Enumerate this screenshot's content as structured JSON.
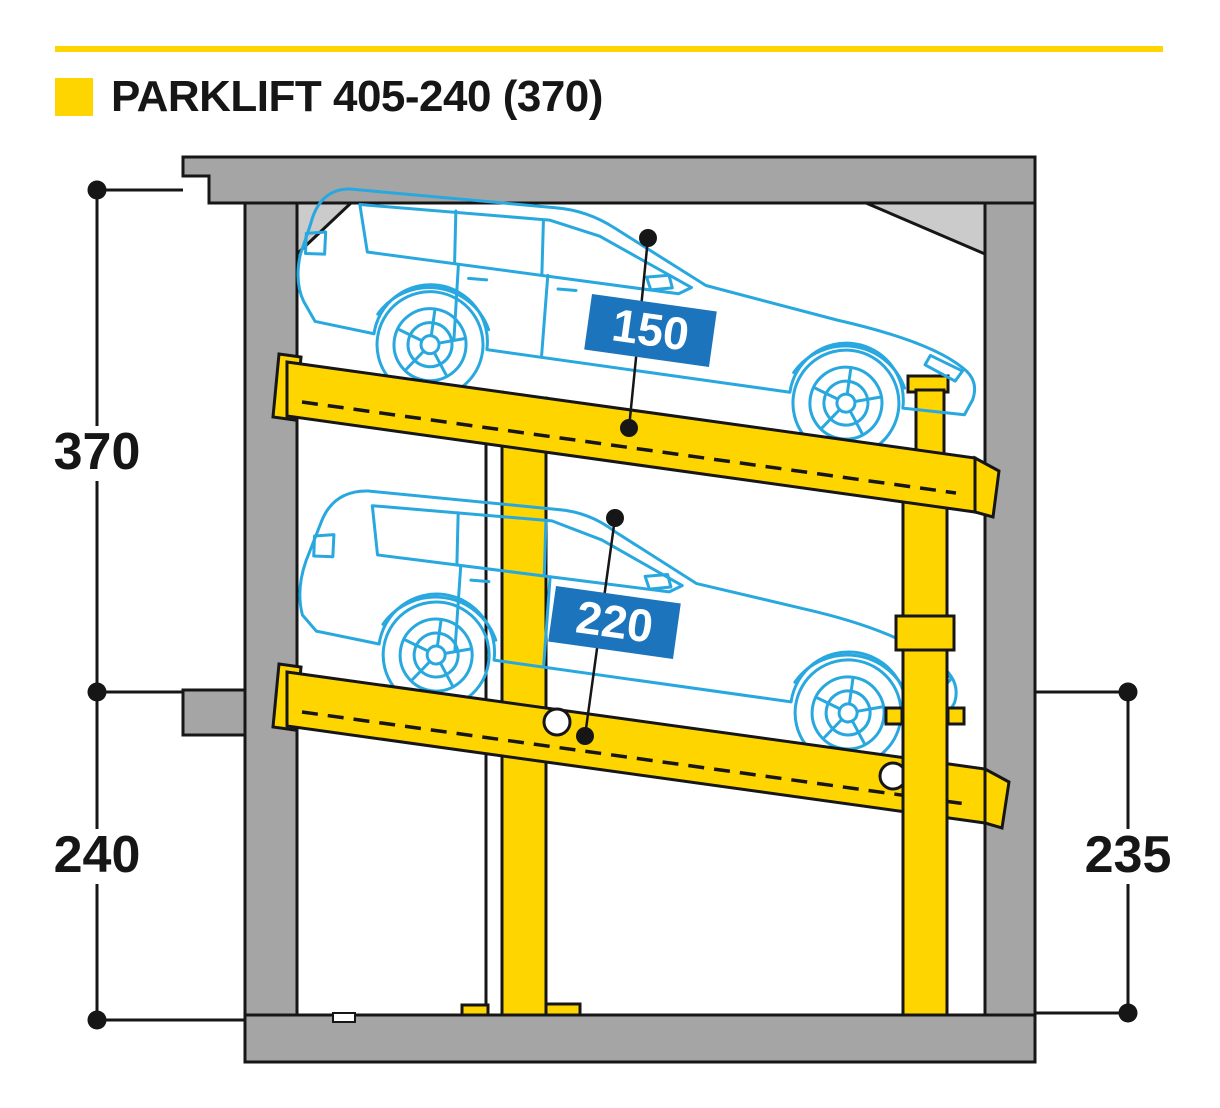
{
  "header": {
    "title": "PARKLIFT 405-240 (370)"
  },
  "colors": {
    "accent_yellow": "#FFD500",
    "car_blue": "#29A8DF",
    "badge_blue": "#1C75BC",
    "structure_gray": "#A5A5A5",
    "structure_gray_light": "#CBCBCB",
    "ink": "#161616"
  },
  "dimensions": {
    "pit_upper_height": "370",
    "pit_lower_height": "240",
    "right_clearance": "235"
  },
  "car_heights": {
    "upper_car": "150",
    "lower_car": "220"
  }
}
